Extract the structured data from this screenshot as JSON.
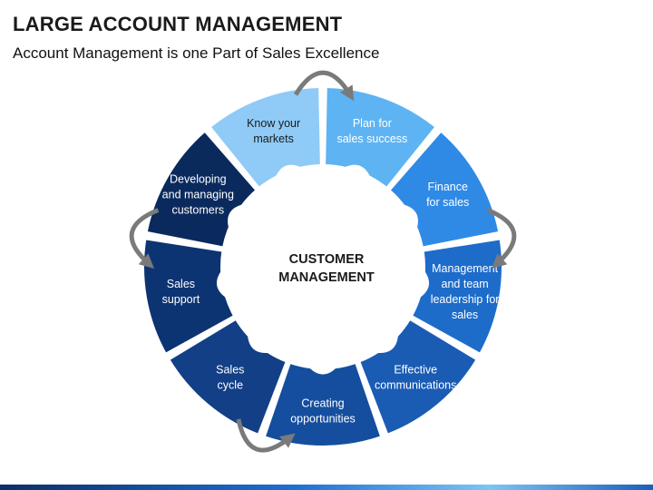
{
  "header": {
    "title": "LARGE ACCOUNT MANAGEMENT",
    "subtitle": "Account Management is one Part of Sales Excellence"
  },
  "diagram": {
    "center": [
      "CUSTOMER",
      "MANAGEMENT"
    ],
    "segments": [
      {
        "name": "know-your-markets",
        "lines": [
          "Know your",
          "markets"
        ],
        "fill": "#8fcbf6",
        "text_color": "#1a1a1a"
      },
      {
        "name": "plan-for-sales-success",
        "lines": [
          "Plan for",
          "sales success"
        ],
        "fill": "#5eb3f2",
        "text_color": "#ffffff"
      },
      {
        "name": "finance-for-sales",
        "lines": [
          "Finance",
          "for sales"
        ],
        "fill": "#2f8ae6",
        "text_color": "#ffffff"
      },
      {
        "name": "management-and-team-leadership",
        "lines": [
          "Management",
          "and team",
          "leadership for",
          "sales"
        ],
        "fill": "#1d6cc9",
        "text_color": "#ffffff"
      },
      {
        "name": "effective-communications",
        "lines": [
          "Effective",
          "communications"
        ],
        "fill": "#1a5cb4",
        "text_color": "#ffffff"
      },
      {
        "name": "creating-opportunities",
        "lines": [
          "Creating",
          "opportunities"
        ],
        "fill": "#154e9e",
        "text_color": "#ffffff"
      },
      {
        "name": "sales-cycle",
        "lines": [
          "Sales",
          "cycle"
        ],
        "fill": "#123f86",
        "text_color": "#ffffff"
      },
      {
        "name": "sales-support",
        "lines": [
          "Sales",
          "support"
        ],
        "fill": "#0d3472",
        "text_color": "#ffffff"
      },
      {
        "name": "developing-and-managing-customers",
        "lines": [
          "Developing",
          "and managing",
          "customers"
        ],
        "fill": "#0a2a5e",
        "text_color": "#ffffff"
      }
    ],
    "arrow_color": "#7a7a7a",
    "center_text_color": "#1a1a1a"
  }
}
